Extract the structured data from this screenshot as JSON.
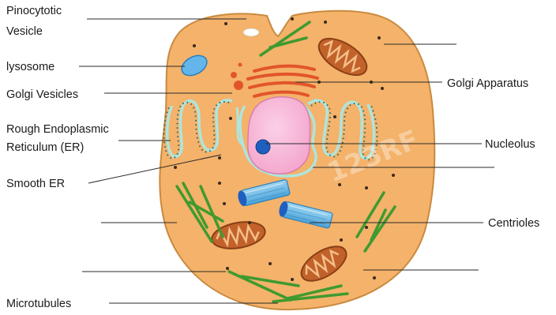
{
  "labels": {
    "pinocytotic_vesicle_line1": "Pinocytotic",
    "pinocytotic_vesicle_line2": "Vesicle",
    "lysosome": "lysosome",
    "golgi_vesicles": "Golgi Vesicles",
    "rough_er_line1": "Rough Endoplasmic",
    "rough_er_line2": "Reticulum (ER)",
    "smooth_er": "Smooth ER",
    "microtubules": "Microtubules",
    "golgi_apparatus": "Golgi Apparatus",
    "nucleolus": "Nucleolus",
    "centrioles": "Centrioles"
  },
  "watermark": "123RF",
  "colors": {
    "cytoplasm": "#f4b26a",
    "cell_outline": "#c98a3f",
    "nucleus": "#f7b5d6",
    "nucleolus": "#1f5fbf",
    "golgi": "#e2552b",
    "mitochondria": "#c2622a",
    "microtubules": "#3f9a2f",
    "er": "#aee5de",
    "centriole": "#5db3e0"
  }
}
